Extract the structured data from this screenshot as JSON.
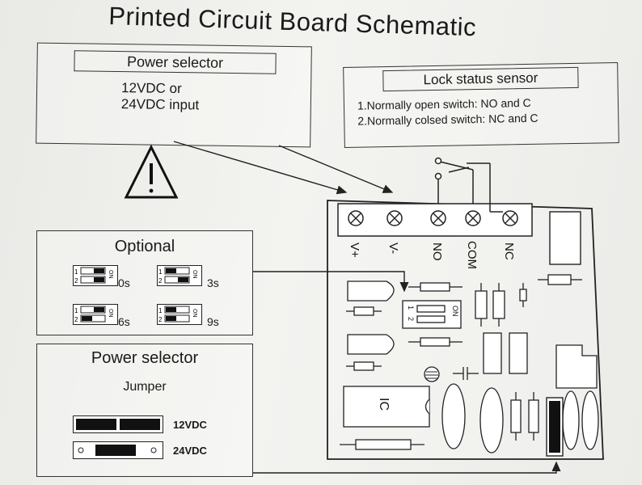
{
  "title": "Printed Circuit Board Schematic",
  "power_selector_box": {
    "heading": "Power selector",
    "line1": "12VDC  or",
    "line2": "24VDC input"
  },
  "lock_sensor_box": {
    "heading": "Lock status sensor",
    "line1": "1.Normally open switch:  NO and C",
    "line2": "2.Normally colsed switch:   NC and C"
  },
  "optional_box": {
    "heading": "Optional",
    "settings": [
      {
        "label": "0s"
      },
      {
        "label": "3s"
      },
      {
        "label": "6s"
      },
      {
        "label": "9s"
      }
    ],
    "dip_on": "ON",
    "dip_numbers": [
      "1",
      "2"
    ]
  },
  "jumper_box": {
    "heading": "Power selector",
    "subheading": "Jumper",
    "opt1": "12VDC",
    "opt2": "24VDC"
  },
  "terminals": [
    "V+",
    "V-",
    "NO",
    "COM",
    "NC"
  ],
  "board": {
    "ic_label": "IC",
    "dip_on": "ON",
    "dip_numbers": [
      "1",
      "2"
    ]
  }
}
